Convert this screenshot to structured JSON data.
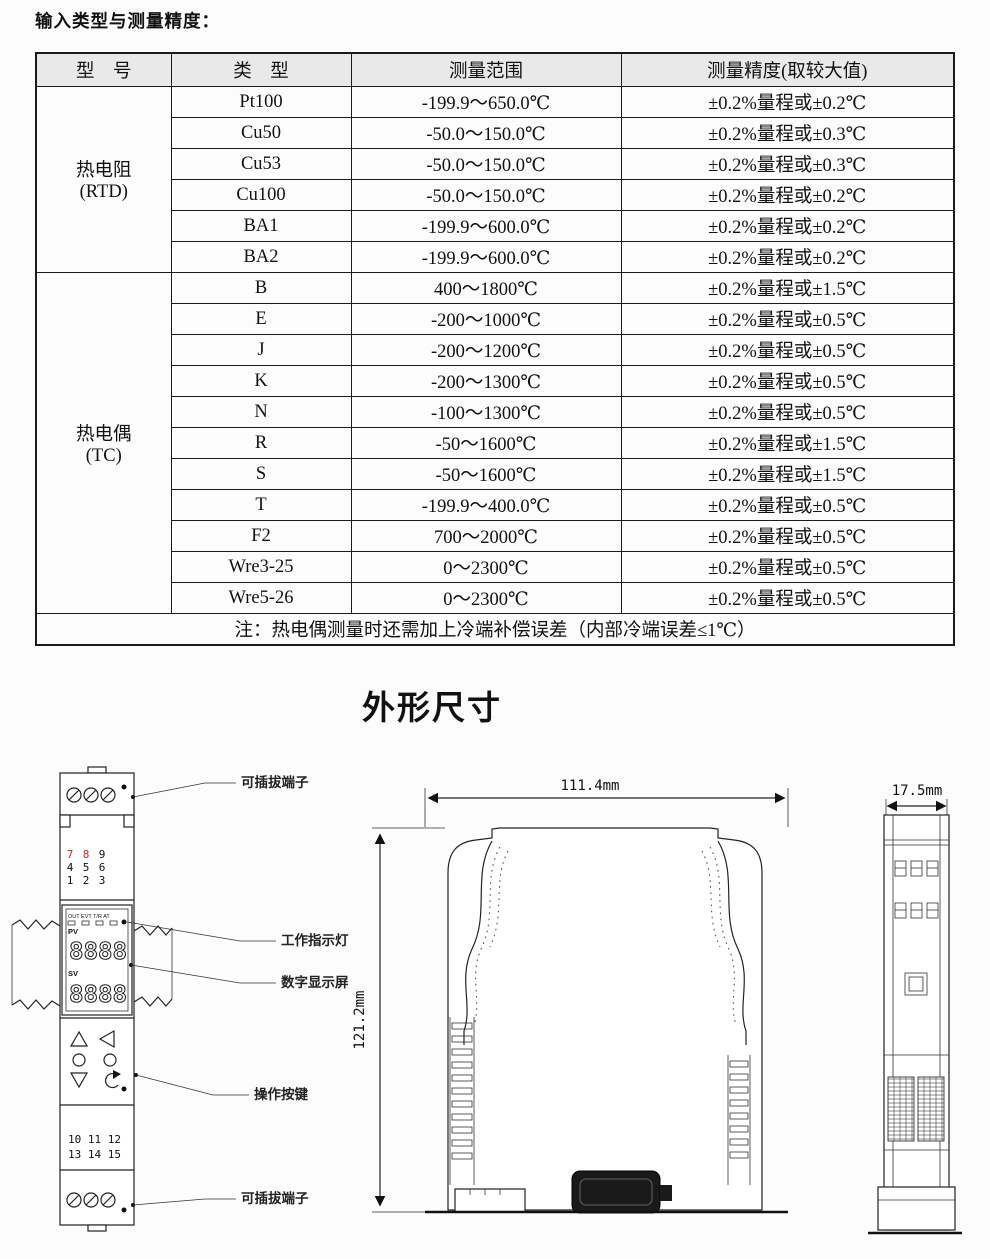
{
  "page": {
    "heading": "输入类型与测量精度：",
    "section_title": "外形尺寸"
  },
  "colors": {
    "ink": "#111111",
    "terminal_red": "#cc2020",
    "header_bg": "#e9e9e9"
  },
  "table": {
    "headers": {
      "model": "型　号",
      "type": "类　型",
      "range": "测量范围",
      "accuracy": "测量精度(取较大值)"
    },
    "groups": [
      {
        "model_line1": "热电阻",
        "model_line2": "(RTD)",
        "rows": [
          {
            "type": "Pt100",
            "range": "-199.9～650.0℃",
            "accuracy": "±0.2%量程或±0.2℃"
          },
          {
            "type": "Cu50",
            "range": "-50.0～150.0℃",
            "accuracy": "±0.2%量程或±0.3℃"
          },
          {
            "type": "Cu53",
            "range": "-50.0～150.0℃",
            "accuracy": "±0.2%量程或±0.3℃"
          },
          {
            "type": "Cu100",
            "range": "-50.0～150.0℃",
            "accuracy": "±0.2%量程或±0.2℃"
          },
          {
            "type": "BA1",
            "range": "-199.9～600.0℃",
            "accuracy": "±0.2%量程或±0.2℃"
          },
          {
            "type": "BA2",
            "range": "-199.9～600.0℃",
            "accuracy": "±0.2%量程或±0.2℃"
          }
        ]
      },
      {
        "model_line1": "热电偶",
        "model_line2": "(TC)",
        "rows": [
          {
            "type": "B",
            "range": "400～1800℃",
            "accuracy": "±0.2%量程或±1.5℃"
          },
          {
            "type": "E",
            "range": "-200～1000℃",
            "accuracy": "±0.2%量程或±0.5℃"
          },
          {
            "type": "J",
            "range": "-200～1200℃",
            "accuracy": "±0.2%量程或±0.5℃"
          },
          {
            "type": "K",
            "range": "-200～1300℃",
            "accuracy": "±0.2%量程或±0.5℃"
          },
          {
            "type": "N",
            "range": "-100～1300℃",
            "accuracy": "±0.2%量程或±0.5℃"
          },
          {
            "type": "R",
            "range": "-50～1600℃",
            "accuracy": "±0.2%量程或±1.5℃"
          },
          {
            "type": "S",
            "range": "-50～1600℃",
            "accuracy": "±0.2%量程或±1.5℃"
          },
          {
            "type": "T",
            "range": "-199.9～400.0℃",
            "accuracy": "±0.2%量程或±0.5℃"
          },
          {
            "type": "F2",
            "range": "700～2000℃",
            "accuracy": "±0.2%量程或±0.5℃"
          },
          {
            "type": "Wre3-25",
            "range": "0～2300℃",
            "accuracy": "±0.2%量程或±0.5℃"
          },
          {
            "type": "Wre5-26",
            "range": "0～2300℃",
            "accuracy": "±0.2%量程或±0.5℃"
          }
        ]
      }
    ],
    "note": "注：热电偶测量时还需加上冷端补偿误差（内部冷端误差≤1℃）"
  },
  "drawing": {
    "labels": {
      "top_terminal": "可插拔端子",
      "indicator": "工作指示灯",
      "display": "数字显示屏",
      "buttons": "操作按键",
      "bottom_terminal": "可插拔端子"
    },
    "dimensions": {
      "width": "111.4mm",
      "height": "121.2mm",
      "depth": "17.5mm"
    },
    "front_view": {
      "top_terminals": [
        [
          "7",
          "8",
          "9"
        ],
        [
          "4",
          "5",
          "6"
        ],
        [
          "1",
          "2",
          "3"
        ]
      ],
      "bottom_terminals": [
        "10 11 12",
        "13 14 15"
      ],
      "indicators": "OUT EVT T/R AT",
      "pv_label": "PV",
      "sv_label": "SV",
      "pv_digits": "8888",
      "sv_digits": "8888"
    }
  }
}
